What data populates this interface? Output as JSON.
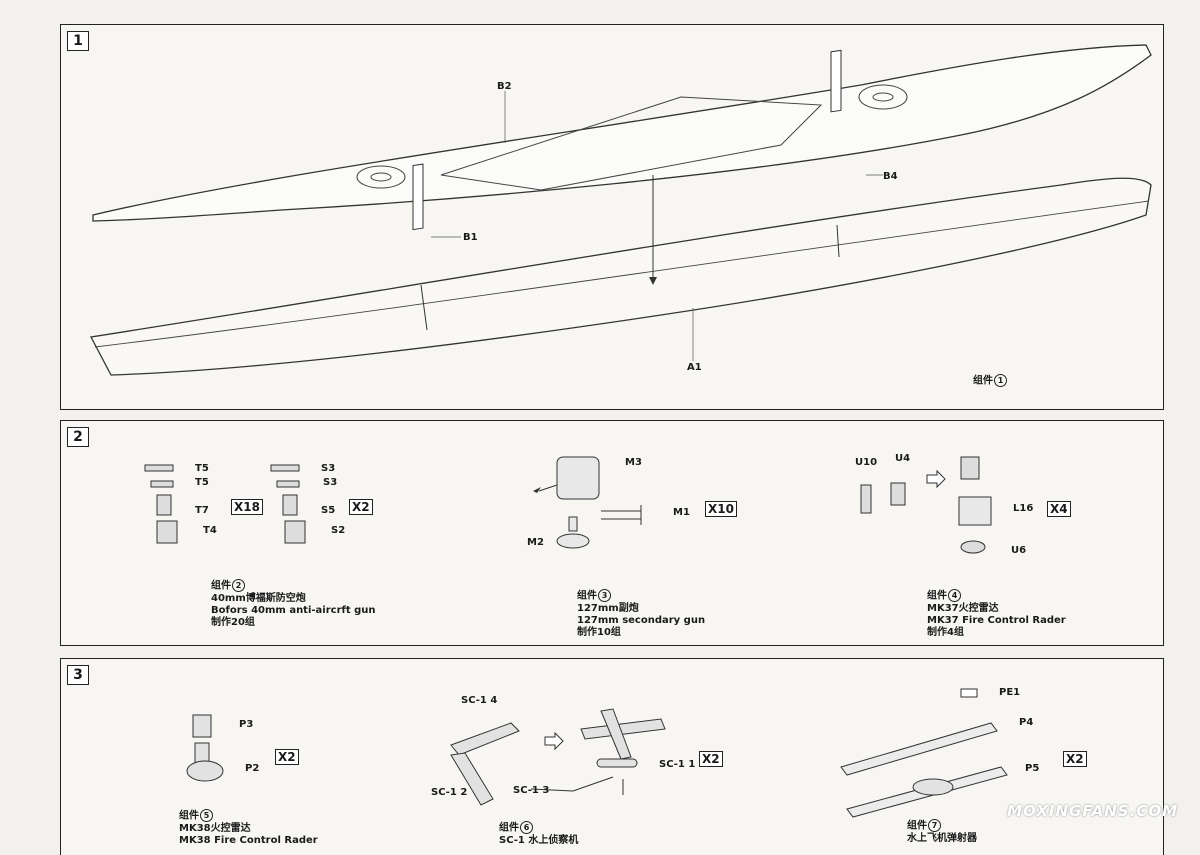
{
  "step1": {
    "number": "1",
    "labels": {
      "b2": "B2",
      "b4": "B4",
      "b1": "B1",
      "a1": "A1"
    },
    "group_label": "组件",
    "group_no": "1"
  },
  "step2": {
    "number": "2",
    "gun40": {
      "t5a": "T5",
      "t5b": "T5",
      "t7": "T7",
      "t4": "T4",
      "mult": "X18"
    },
    "gun40b": {
      "s3a": "S3",
      "s3b": "S3",
      "s5": "S5",
      "s2": "S2",
      "mult": "X2"
    },
    "gun127": {
      "m3": "M3",
      "m1": "M1",
      "m2": "M2",
      "mult": "X10"
    },
    "mk37": {
      "u10": "U10",
      "u4": "U4",
      "l16": "L16",
      "u6": "U6",
      "mult": "X4"
    },
    "cap2": {
      "group": "组件",
      "no": "2",
      "l1": "40mm博福斯防空炮",
      "l2": "Bofors 40mm anti-aircrft gun",
      "l3": "制作20组"
    },
    "cap3": {
      "group": "组件",
      "no": "3",
      "l1": "127mm副炮",
      "l2": "127mm secondary gun",
      "l3": "制作10组"
    },
    "cap4": {
      "group": "组件",
      "no": "4",
      "l1": "MK37火控雷达",
      "l2": "MK37 Fire Control Rader",
      "l3": "制作4组"
    }
  },
  "step3": {
    "number": "3",
    "mk38": {
      "p3": "P3",
      "p2": "P2",
      "mult": "X2"
    },
    "sc1": {
      "l4": "SC-1  4",
      "l2": "SC-1  2",
      "l3": "SC-1  3",
      "l1": "SC-1  1",
      "mult": "X2"
    },
    "cat": {
      "pe1": "PE1",
      "p4": "P4",
      "p5": "P5",
      "mult": "X2"
    },
    "cap5": {
      "group": "组件",
      "no": "5",
      "l1": "MK38火控雷达",
      "l2": "MK38 Fire Control Rader"
    },
    "cap6": {
      "group": "组件",
      "no": "6",
      "l1": "SC-1 水上侦察机"
    },
    "cap7": {
      "group": "组件",
      "no": "7",
      "l1": "水上飞机弹射器"
    }
  },
  "watermark": "MOXINGFANS.COM"
}
